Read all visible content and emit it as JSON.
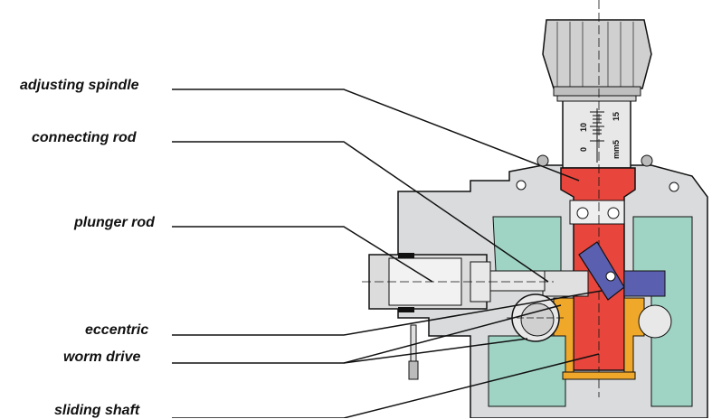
{
  "labels": {
    "adjusting_spindle": "adjusting spindle",
    "connecting_rod": "connecting rod",
    "plunger_rod": "plunger rod",
    "eccentric": "eccentric",
    "worm_drive": "worm drive",
    "sliding_shaft": "sliding shaft"
  },
  "scale": {
    "tick_0": "0",
    "tick_10": "10",
    "tick_15": "15",
    "unit": "mm5"
  },
  "colors": {
    "housing": "#d9dbdc",
    "chamber": "#9fd4c4",
    "shaft": "#e8453c",
    "worm": "#f0a82a",
    "block": "#5a5fb0",
    "line": "#111111"
  }
}
